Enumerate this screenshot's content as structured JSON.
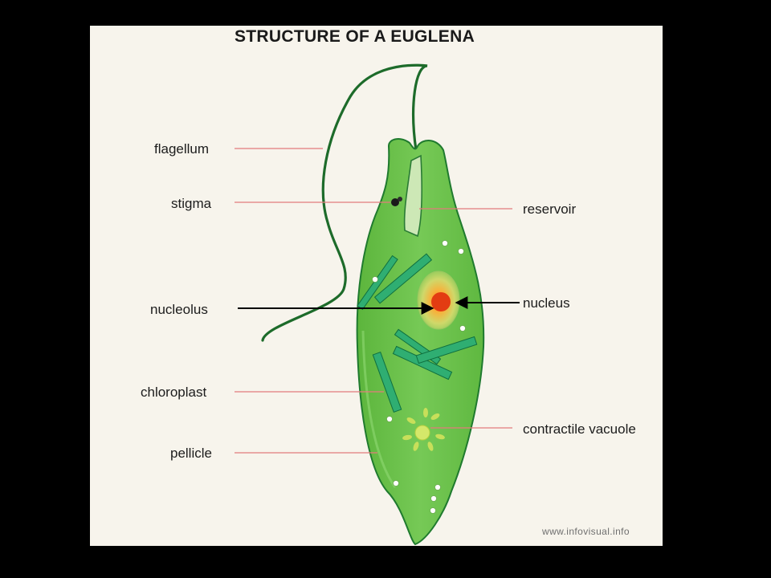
{
  "title": "STRUCTURE OF A EUGLENA",
  "labels": {
    "flagellum": "flagellum",
    "stigma": "stigma",
    "nucleolus": "nucleolus",
    "chloroplast": "chloroplast",
    "pellicle": "pellicle",
    "reservoir": "reservoir",
    "nucleus": "nucleus",
    "contractile_vacuole": "contractile vacuole"
  },
  "watermark": "www.infovisual.info",
  "colors": {
    "background": "#000000",
    "panel": "#f7f4ec",
    "cell_body": "#6cc24a",
    "cell_outline": "#1f7a2e",
    "flagellum": "#1d6b2a",
    "nucleolus": "#e33c12",
    "leader_lines": "#e37b7b"
  }
}
